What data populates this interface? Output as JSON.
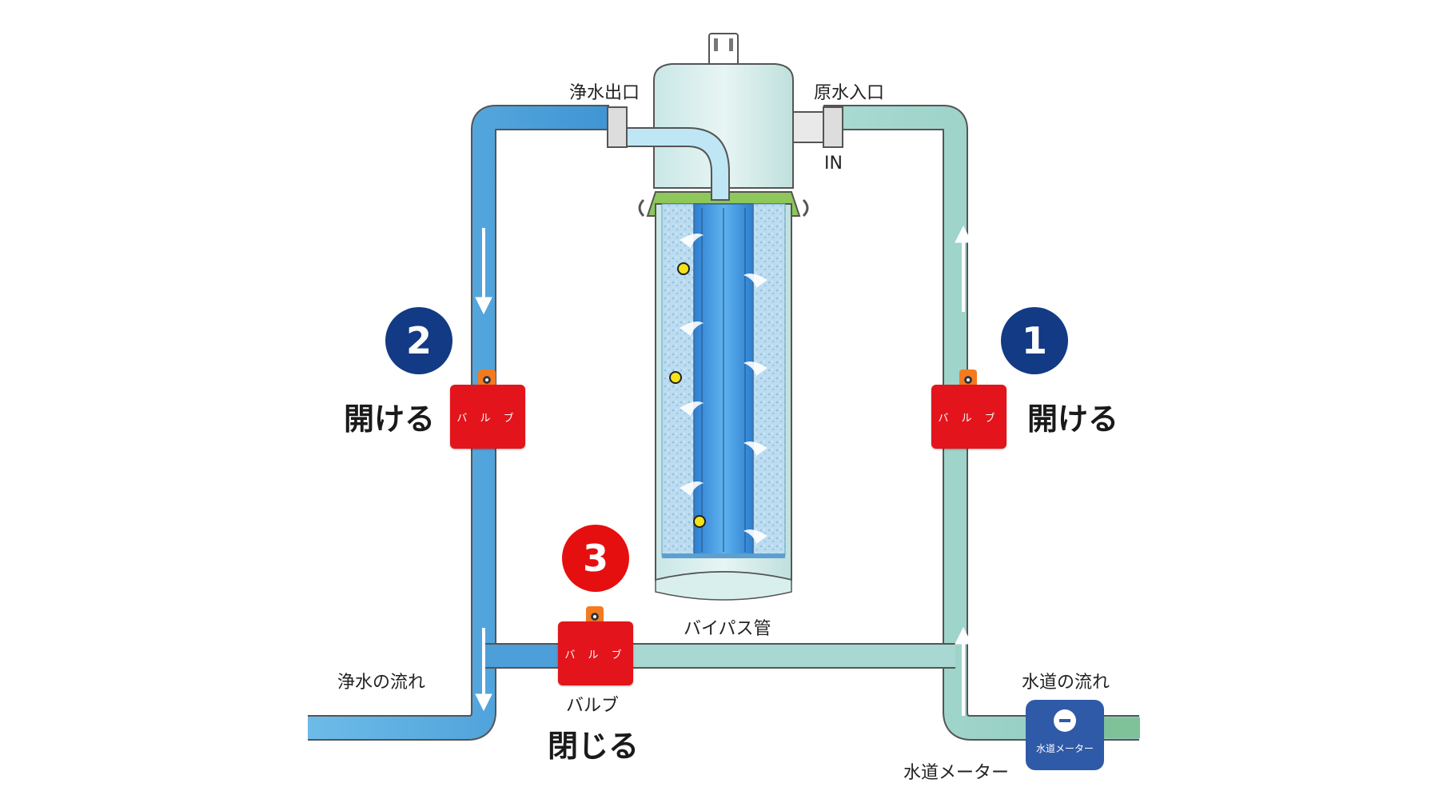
{
  "labels": {
    "outlet": "浄水出口",
    "inlet": "原水入口",
    "in": "IN",
    "bypass": "バイパス管",
    "clean_flow": "浄水の流れ",
    "tap_flow": "水道の流れ",
    "valve_caption": "バルブ",
    "meter_caption": "水道メーター"
  },
  "steps": [
    {
      "number": "1",
      "action": "開ける",
      "color": "#133a84"
    },
    {
      "number": "2",
      "action": "開ける",
      "color": "#133a84"
    },
    {
      "number": "3",
      "action": "閉じる",
      "color": "#e60f0f"
    }
  ],
  "valves": {
    "label": "バ ル ブ"
  },
  "meter": {
    "label": "水道メーター"
  },
  "colors": {
    "clean_pipe": "#63b4e6",
    "raw_pipe": "#9fd3ca",
    "valve": "#e3141b",
    "step_navy": "#133a84",
    "step_red": "#e60f0f"
  }
}
